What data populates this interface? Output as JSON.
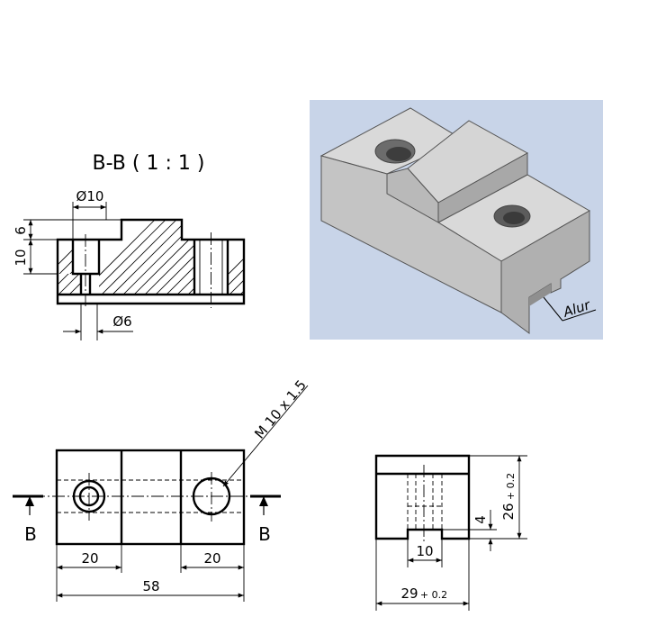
{
  "section": {
    "title": "B-B ( 1 : 1 )",
    "dim_hole_top": "Ø10",
    "dim_hole_bottom": "Ø6",
    "dim_6": "6",
    "dim_10": "10"
  },
  "top_view": {
    "thread_label": "M 10 x 1.5",
    "cut_label_left": "B",
    "cut_label_right": "B",
    "dim_left": "20",
    "dim_right": "20",
    "dim_total": "58"
  },
  "side_view": {
    "dim_slot_width": "10",
    "dim_width": "29",
    "dim_width_tol": "+ 0.2",
    "dim_height": "26",
    "dim_height_tol": "+ 0.2",
    "dim_slot_depth": "4"
  },
  "iso_view": {
    "callout": "Alur",
    "bg_color": "#c8d4e8",
    "face_light": "#d9d9d9",
    "face_mid": "#bdbdbd",
    "face_dark": "#a3a3a3"
  }
}
